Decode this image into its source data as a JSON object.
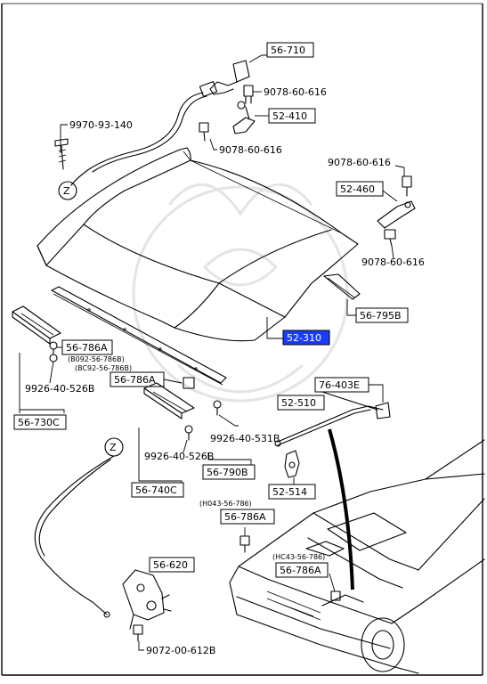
{
  "labels": {
    "p56_710": "56-710",
    "p9078_a": "9078-60-616",
    "p52_410": "52-410",
    "p9970": "9970-93-140",
    "p9078_b": "9078-60-616",
    "z_top": "Z",
    "p9078_c": "9078-60-616",
    "p52_460": "52-460",
    "p9078_d": "9078-60-616",
    "p56_795B": "56-795B",
    "p52_310": "52-310",
    "p56_786A_1": "56-786A",
    "sub_b092": "(B092-56-786B)",
    "sub_bc92": "(BC92-56-786B)",
    "p56_786A_2": "56-786A",
    "p9926_a": "9926-40-526B",
    "p56_730C": "56-730C",
    "p76_403E": "76-403E",
    "p52_510": "52-510",
    "z_mid": "Z",
    "p9926_531": "9926-40-531B",
    "p9926_b": "9926-40-526B",
    "p56_790B": "56-790B",
    "p52_514": "52-514",
    "p56_740C": "56-740C",
    "sub_h043": "(H043-56-786)",
    "p56_786A_3": "56-786A",
    "sub_hc43": "(HC43-56-786)",
    "p56_786A_4": "56-786A",
    "p56_620": "56-620",
    "p9072": "9072-00-612B"
  },
  "highlight_color": "#1a3cff"
}
